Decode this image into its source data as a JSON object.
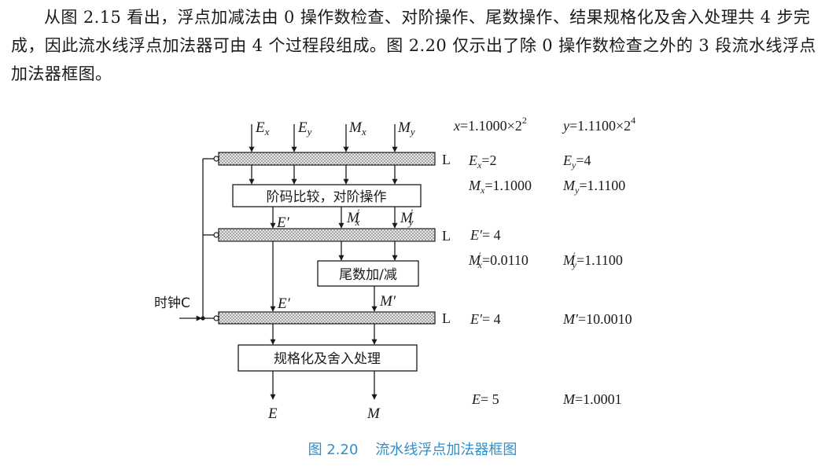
{
  "paragraph": "从图 2.15 看出，浮点加减法由 0 操作数检查、对阶操作、尾数操作、结果规格化及舍入处理共 4 步完成，因此流水线浮点加法器可由 4 个过程段组成。图 2.20 仅示出了除 0 操作数检查之外的 3 段流水线浮点加法器框图。",
  "figure": {
    "inputs": [
      {
        "base": "E",
        "sub": "x"
      },
      {
        "base": "E",
        "sub": "y"
      },
      {
        "base": "M",
        "sub": "x"
      },
      {
        "base": "M",
        "sub": "y"
      }
    ],
    "stage1_label": "阶码比较，对阶操作",
    "stage2_label": "尾数加/减",
    "stage3_label": "规格化及舍入处理",
    "latch_label": "L",
    "clock_label": "时钟C",
    "stage1_out": {
      "e": "E′",
      "mx_base": "M",
      "mx_sub": "x",
      "my_base": "M",
      "my_sub": "y"
    },
    "stage2_out": {
      "e": "E′",
      "m": "M′"
    },
    "outputs": {
      "e": "E",
      "m": "M"
    }
  },
  "example": {
    "x_expr": {
      "lhs": "x",
      "value": "=1.1000×2",
      "exp": "2"
    },
    "y_expr": {
      "lhs": "y",
      "value": "=1.1100×2",
      "exp": "4"
    },
    "ex": {
      "base": "E",
      "sub": "x",
      "value": "=2"
    },
    "ey": {
      "base": "E",
      "sub": "y",
      "value": "=4"
    },
    "mx": {
      "base": "M",
      "sub": "x",
      "value": "=1.1000"
    },
    "my": {
      "base": "M",
      "sub": "y",
      "value": "=1.1100"
    },
    "e_prime_1": {
      "base": "E′",
      "value": "= 4"
    },
    "mx_prime": {
      "base": "M",
      "sub": "x",
      "value": "=0.0110"
    },
    "my_prime": {
      "base": "M",
      "sub": "y",
      "value": "=1.1100"
    },
    "e_prime_2": {
      "base": "E′",
      "value": "= 4"
    },
    "m_prime": {
      "base": "M′",
      "value": "=10.0010"
    },
    "e_final": {
      "base": "E",
      "value": "= 5"
    },
    "m_final": {
      "base": "M",
      "value": "=1.0001"
    }
  },
  "caption": {
    "number": "图 2.20",
    "title": "流水线浮点加法器框图"
  }
}
